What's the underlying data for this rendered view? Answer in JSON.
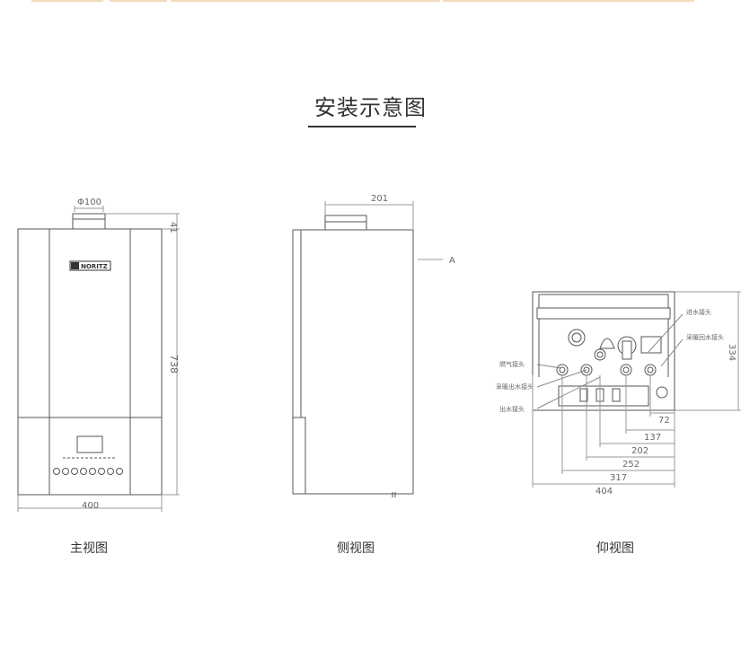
{
  "title": "安装示意图",
  "captions": {
    "front": "主视图",
    "side": "侧视图",
    "bottom": "仰视图"
  },
  "brand": "NORITZ",
  "front_view": {
    "dim_top_diameter": "Φ100",
    "dim_height": "738",
    "dim_top_offset": "41",
    "dim_width": "400"
  },
  "side_view": {
    "dim_depth": "201",
    "label_a": "A",
    "label_bottom": "11"
  },
  "bottom_view": {
    "labels": {
      "inlet": "进水接头",
      "heating_return": "采暖回水接头",
      "gas": "燃气接头",
      "heating_supply": "采暖出水接头",
      "hot_water": "出水接头"
    },
    "dim_depth": "334",
    "dims": [
      "72",
      "137",
      "202",
      "252",
      "317",
      "404"
    ]
  }
}
